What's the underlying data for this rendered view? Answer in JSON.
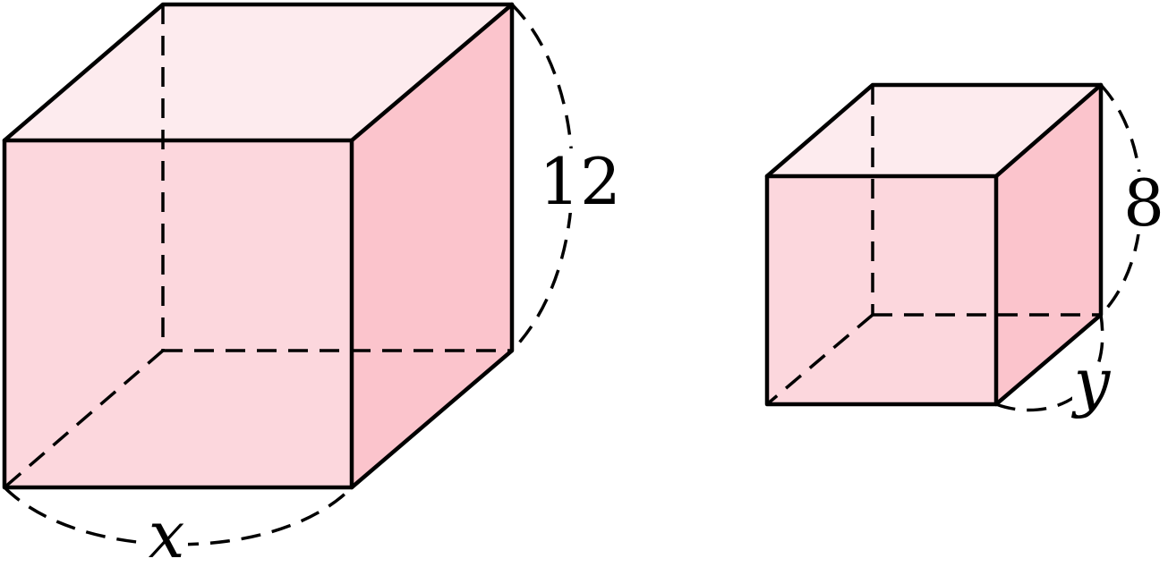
{
  "figure": {
    "colors": {
      "front_face": "#fcd7dd",
      "top_face": "#fdebee",
      "side_face": "#fbc4cc",
      "back_face": "#fde3e7",
      "stroke": "#000000"
    },
    "large_cube": {
      "height_label": "12",
      "width_label": "x"
    },
    "small_cube": {
      "height_label": "8",
      "width_label": "y"
    }
  }
}
